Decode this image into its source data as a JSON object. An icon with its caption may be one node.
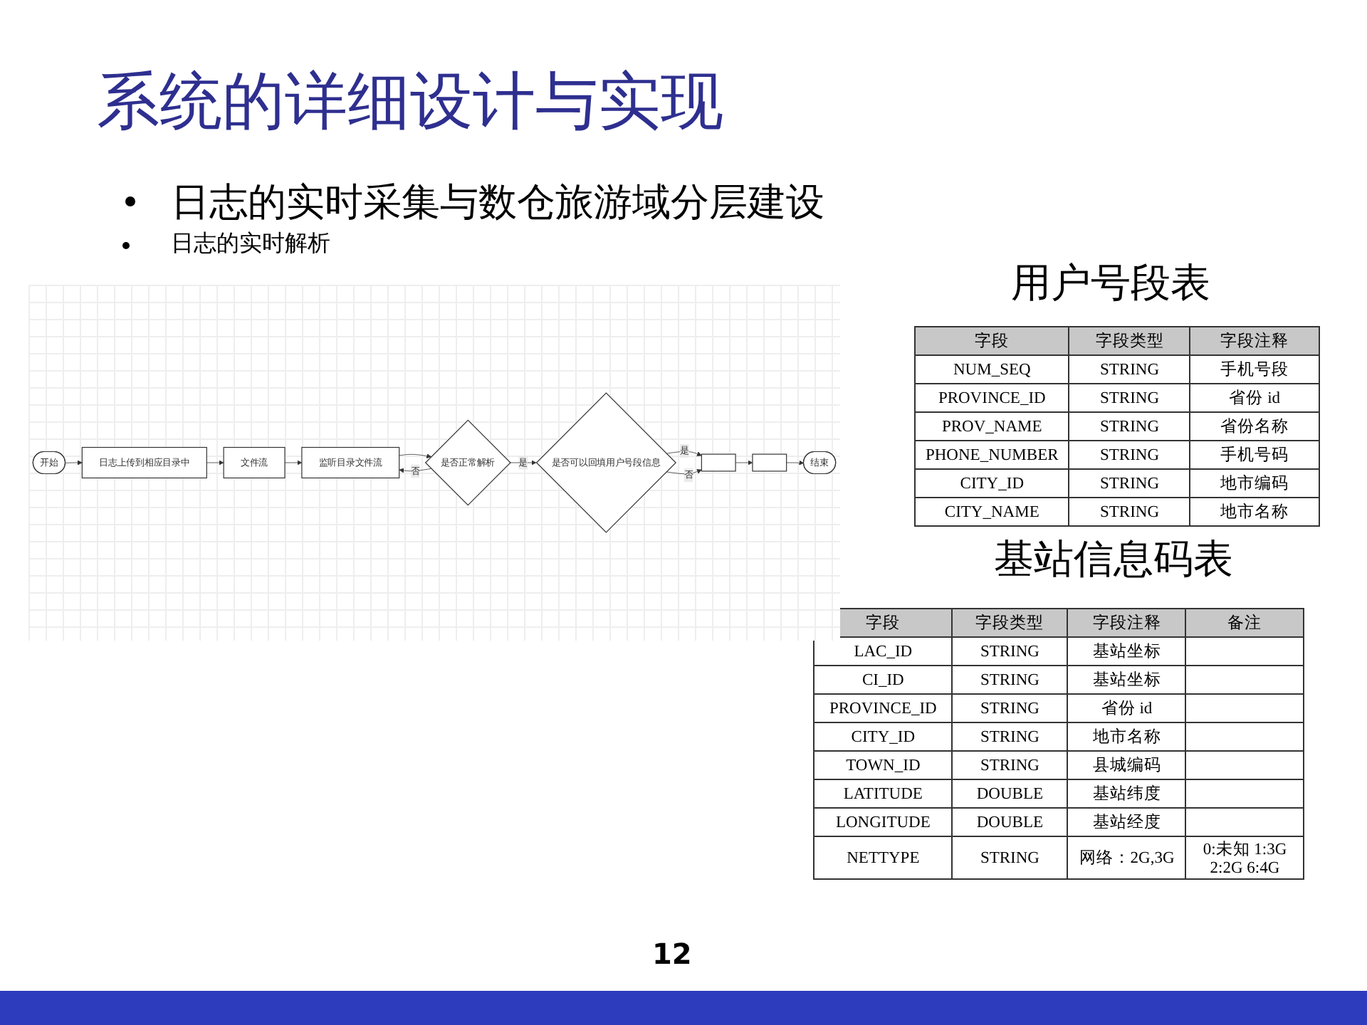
{
  "diagram": {
    "title": "系统的详细设计与实现",
    "nodes": [
      {
        "text": [
          "开始"
        ]
      },
      {
        "text": [
          "日志上传到相应目录中"
        ]
      },
      {
        "text": [
          "文件流"
        ]
      },
      {
        "text": [
          "监听目录文件流"
        ]
      },
      {
        "text": [
          "是否正常解析"
        ]
      },
      {
        "text": [
          "是否可以回填用户号段信息"
        ]
      },
      {
        "text": [],
        "shape": "box"
      },
      {
        "text": [],
        "shape": "box"
      },
      {
        "text": [
          "结束"
        ]
      }
    ],
    "edges": [
      {
        "from": 0,
        "to": 1,
        "arrow": "to"
      },
      {
        "from": 1,
        "to": 2,
        "arrow": "to"
      },
      {
        "from": 2,
        "to": 3,
        "arrow": "to"
      },
      {
        "from": 3,
        "to": 4,
        "arrow": "to"
      },
      {
        "from": 4,
        "to": 3,
        "arrow": "to",
        "label": "否"
      },
      {
        "from": 4,
        "to": 5,
        "arrow": "to",
        "label": "是"
      },
      {
        "from": 5,
        "to": 6,
        "arrow": "to",
        "label": "是"
      },
      {
        "from": 5,
        "to": 6,
        "arrow": "to",
        "label": "否"
      },
      {
        "from": 6,
        "to": 7,
        "arrow": "to"
      },
      {
        "from": 7,
        "to": 8,
        "arrow": "to"
      }
    ],
    "labels": [
      "日志的实时采集与数仓旅游域分层建设",
      "日志的实时解析",
      "用户号段表",
      "字段",
      "字段类型",
      "字段注释",
      "NUM_SEQ",
      "STRING",
      "手机号段",
      "PROVINCE_ID",
      "STRING",
      "省份 id",
      "PROV_NAME",
      "STRING",
      "省份名称",
      "PHONE_NUMBER",
      "STRING",
      "手机号码",
      "CITY_ID",
      "STRING",
      "地市编码",
      "CITY_NAME",
      "STRING",
      "地市名称",
      "基站信息码表",
      "字段",
      "字段类型",
      "字段注释",
      "备注",
      "LAC_ID",
      "STRING",
      "基站坐标",
      "CI_ID",
      "STRING",
      "基站坐标",
      "PROVINCE_ID",
      "STRING",
      "省份 id",
      "CITY_ID",
      "STRING",
      "地市名称",
      "TOWN_ID",
      "STRING",
      "县城编码",
      "LATITUDE",
      "DOUBLE",
      "基站纬度",
      "LONGITUDE",
      "DOUBLE",
      "基站经度",
      "NETTYPE",
      "STRING",
      "网络：2G,3G",
      "0:未知 1:3G 2:2G 6:4G",
      "12"
    ]
  }
}
